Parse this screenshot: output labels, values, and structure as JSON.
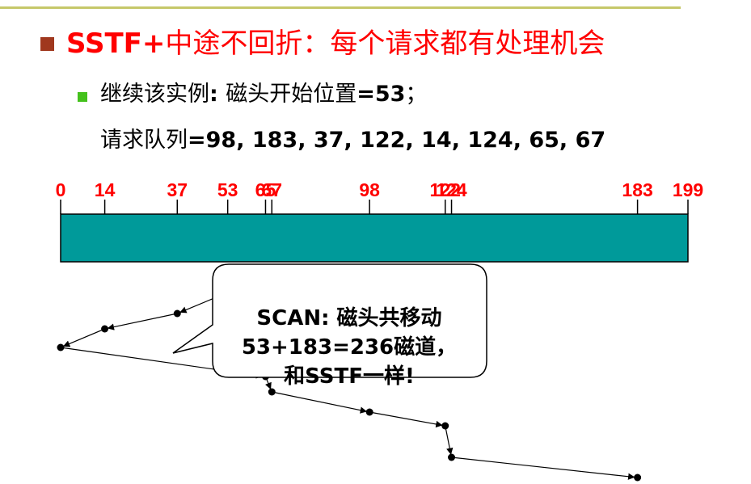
{
  "title": {
    "prefix": "SSTF+",
    "rest": "中途不回折：每个请求都有处理机会"
  },
  "line1": {
    "text_a": "继续该实例",
    "text_b": ": ",
    "text_c": "磁头开始位置",
    "text_d": "=53",
    "text_e": "；"
  },
  "line2": {
    "text_a": "请求队列",
    "text_b": "=98, 183, 37, 122, 14, 124, 65, 67"
  },
  "axis": {
    "min": 0,
    "max": 199,
    "ticks": [
      0,
      14,
      37,
      53,
      65,
      67,
      98,
      122,
      124,
      183,
      199
    ],
    "tick_labels": [
      "0",
      "14",
      "37",
      "53",
      "65",
      "67",
      "98",
      "122",
      "124",
      "183",
      "199"
    ],
    "bar_color": "#009a9a",
    "label_color": "#ff0000"
  },
  "head_path": {
    "order": [
      53,
      37,
      14,
      0,
      65,
      67,
      98,
      122,
      124,
      183
    ]
  },
  "callout": {
    "line1": "SCAN: 磁头共移动",
    "line2": "53+183=236磁道，",
    "line3": "和SSTF一样!"
  },
  "colors": {
    "title": "#ff0000",
    "bullet1": "#a0381e",
    "bullet2": "#44c11c",
    "rule": "#c6c86a"
  }
}
